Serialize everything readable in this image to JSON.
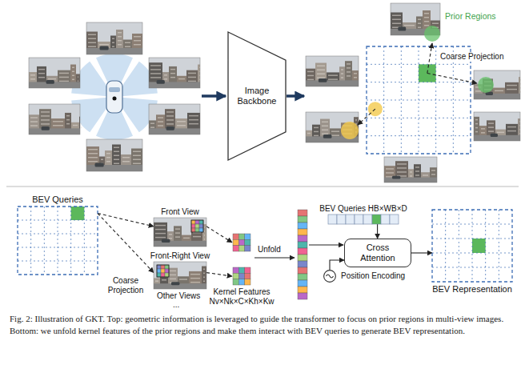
{
  "diagram": {
    "caption": "Fig. 2: Illustration of GKT. Top: geometric information is leveraged to guide the transformer to focus on prior regions in multi-view images. Bottom: we unfold kernel features of the prior regions and make them interact with BEV queries to generate BEV representation.",
    "nodes": [
      {
        "text": [
          "Image Backbone"
        ]
      },
      {
        "text": [
          "BEV Queries"
        ]
      },
      {
        "text": [
          "Front View"
        ]
      },
      {
        "text": [
          "Front-Right View"
        ]
      },
      {
        "text": [
          "Kernel Features",
          "Nv×Nk×C×Kh×Kw"
        ]
      },
      {
        "text": [
          "BEV Queries HB×WB×D"
        ]
      },
      {
        "text": [
          "Cross Attention"
        ]
      },
      {
        "text": [
          "Position Encoding"
        ]
      },
      {
        "text": [
          "BEV Representation"
        ]
      }
    ],
    "edges": [
      {
        "from": 1,
        "to": 2,
        "arrow": "to"
      },
      {
        "from": 1,
        "to": 3,
        "arrow": "to"
      },
      {
        "from": 2,
        "to": 4,
        "arrow": "to"
      },
      {
        "from": 3,
        "to": 4,
        "arrow": "to"
      },
      {
        "from": 5,
        "to": 6,
        "arrow": "to"
      },
      {
        "from": 7,
        "to": 6,
        "arrow": "to"
      },
      {
        "from": 6,
        "to": 8,
        "arrow": "to"
      }
    ],
    "labels": [
      "Prior Regions",
      "Coarse Projection",
      "Coarse Projection",
      "Other Views",
      "...",
      "Unfold"
    ]
  }
}
